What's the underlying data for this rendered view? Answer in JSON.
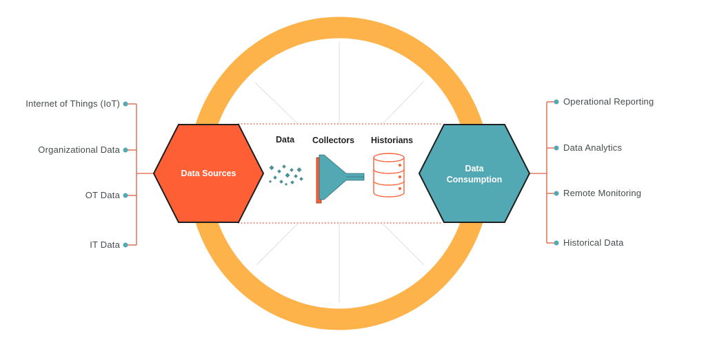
{
  "colors": {
    "ring": "#fdb24a",
    "sources_hex": "#ff5f35",
    "consumption_hex": "#52a9b3",
    "connector": "#e07a5f",
    "dot": "#52a9b3",
    "spoke": "#e3e3e3"
  },
  "sources": {
    "label": "Data Sources",
    "items": [
      "Internet of Things (IoT)",
      "Organizational  Data",
      "OT Data",
      "IT Data"
    ]
  },
  "consumption": {
    "label_line1": "Data",
    "label_line2": "Consumption",
    "items": [
      "Operational  Reporting",
      "Data Analytics",
      "Remote Monitoring",
      "Historical  Data"
    ]
  },
  "pipeline": {
    "data_label": "Data",
    "collectors_label": "Collectors",
    "historians_label": "Historians",
    "icons": [
      "scattered-data-icon",
      "funnel-collector-icon",
      "database-cylinder-icon"
    ]
  }
}
